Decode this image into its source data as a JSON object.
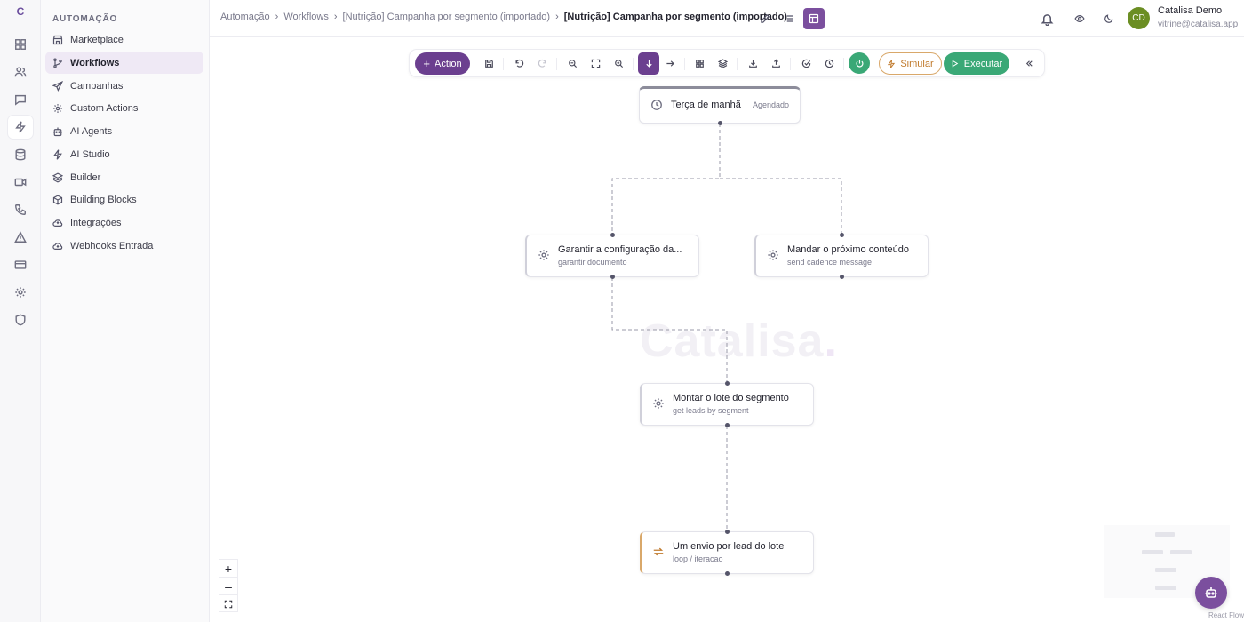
{
  "rail": {
    "logo": "C"
  },
  "sidebar": {
    "title": "AUTOMAÇÃO",
    "items": [
      {
        "label": "Marketplace",
        "icon": "store-icon"
      },
      {
        "label": "Workflows",
        "icon": "workflow-icon",
        "active": true
      },
      {
        "label": "Campanhas",
        "icon": "send-icon"
      },
      {
        "label": "Custom Actions",
        "icon": "gear-icon"
      },
      {
        "label": "AI Agents",
        "icon": "bot-icon"
      },
      {
        "label": "AI Studio",
        "icon": "bolt-icon"
      },
      {
        "label": "Builder",
        "icon": "layers-icon"
      },
      {
        "label": "Building Blocks",
        "icon": "cube-icon"
      },
      {
        "label": "Integrações",
        "icon": "cloud-icon"
      },
      {
        "label": "Webhooks Entrada",
        "icon": "cloud-download-icon"
      }
    ]
  },
  "header": {
    "breadcrumbs": [
      "Automação",
      "Workflows",
      "[Nutrição] Campanha por segmento (importado)"
    ],
    "current": "[Nutrição] Campanha por segmento (importado)"
  },
  "user": {
    "initials": "CD",
    "name": "Catalisa Demo",
    "email": "vitrine@catalisa.app"
  },
  "toolbar": {
    "action_label": "Action",
    "simular_label": "Simular",
    "executar_label": "Executar"
  },
  "canvas": {
    "watermark": "Catalisa",
    "watermark_dot": ".",
    "trigger": {
      "title": "Terça de manhã",
      "badge": "Agendado"
    },
    "nodes": [
      {
        "title": "Garantir a configuração da...",
        "subtitle": "garantir documento"
      },
      {
        "title": "Mandar o próximo conteúdo",
        "subtitle": "send cadence message"
      },
      {
        "title": "Montar o lote do segmento",
        "subtitle": "get leads by segment"
      },
      {
        "title": "Um envio por lead do lote",
        "subtitle": "loop / iteracao"
      }
    ],
    "zoom": {
      "in": "+",
      "out": "–"
    },
    "attribution": "React Flow"
  },
  "colors": {
    "accent": "#6b3f8f",
    "success": "#3aa876",
    "warning": "#c07a2c"
  }
}
